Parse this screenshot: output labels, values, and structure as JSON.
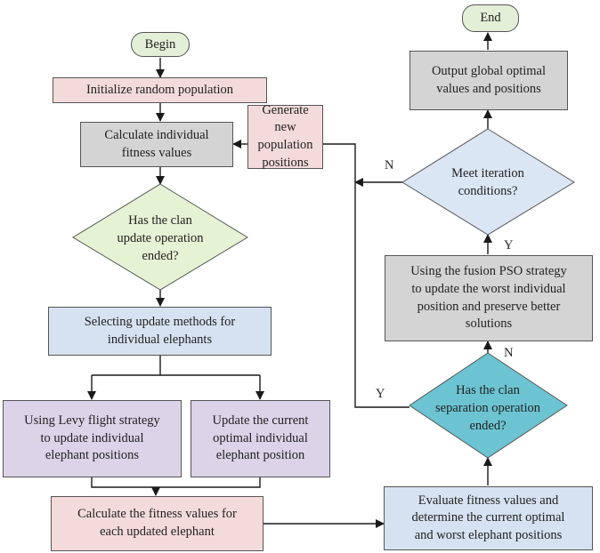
{
  "nodes": {
    "begin": "Begin",
    "end": "End",
    "initialize": "Initialize random population",
    "calc_fitness": "Calculate individual\nfitness values",
    "generate_new": "Generate new\npopulation\npositions",
    "clan_update_decision": "Has the clan\nupdate operation\nended?",
    "selecting_methods": "Selecting update methods for\nindividual elephants",
    "levy_flight": "Using Levy flight strategy\nto update individual\nelephant positions",
    "update_optimal": "Update the current\noptimal individual\nelephant position",
    "calc_updated": "Calculate the fitness values for\neach updated elephant",
    "evaluate": "Evaluate fitness values and\ndetermine the current optimal\nand worst elephant positions",
    "separation_decision": "Has the clan\nseparation operation\nended?",
    "pso_fusion": "Using the fusion PSO strategy\nto update the worst individual\nposition and preserve better\nsolutions",
    "iteration_decision": "Meet iteration\nconditions?",
    "output": "Output global optimal\nvalues and positions"
  },
  "labels": {
    "iter_no": "N",
    "sep_yes": "Y",
    "sep_no": "N",
    "pso_yes": "Y"
  },
  "colors": {
    "terminal": "#e3efd7",
    "process_pink": "#f4dbdb",
    "process_gray": "#d4d4d4",
    "process_blue": "#d6e2f1",
    "process_purple": "#dcd3e8",
    "decision_green": "#e6f2d4",
    "decision_blue": "#dbe6f5",
    "decision_teal": "#6cc4d2",
    "line": "#1a1a1a"
  }
}
